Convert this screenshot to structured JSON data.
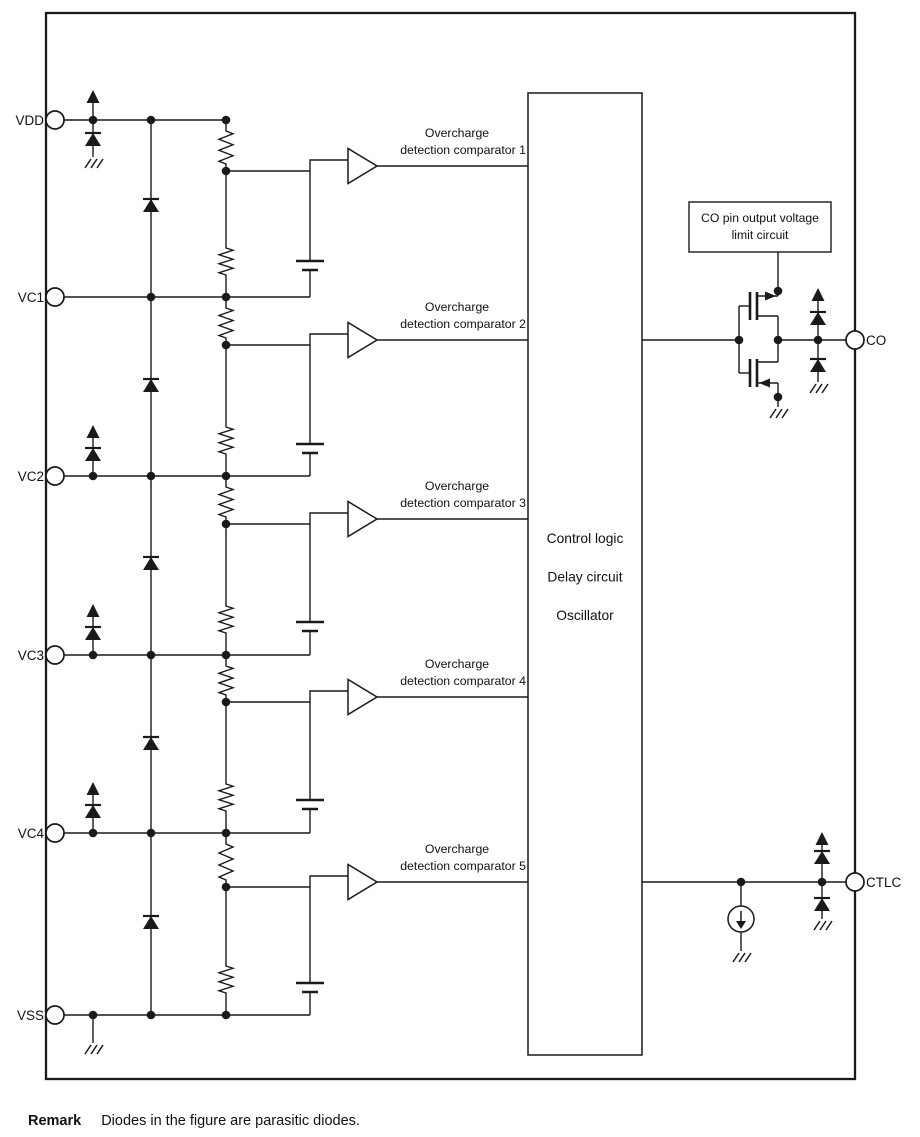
{
  "figure": {
    "pins_left": [
      {
        "label": "VDD"
      },
      {
        "label": "VC1"
      },
      {
        "label": "VC2"
      },
      {
        "label": "VC3"
      },
      {
        "label": "VC4"
      },
      {
        "label": "VSS"
      }
    ],
    "pins_right": [
      {
        "label": "CO"
      },
      {
        "label": "CTLC"
      }
    ],
    "comparators": [
      {
        "line1": "Overcharge",
        "line2": "detection comparator 1"
      },
      {
        "line1": "Overcharge",
        "line2": "detection comparator 2"
      },
      {
        "line1": "Overcharge",
        "line2": "detection comparator 3"
      },
      {
        "line1": "Overcharge",
        "line2": "detection comparator 4"
      },
      {
        "line1": "Overcharge",
        "line2": "detection comparator 5"
      }
    ],
    "control_block": {
      "lines": [
        "Control logic",
        "Delay circuit",
        "Oscillator"
      ]
    },
    "co_limit_box": {
      "lines": [
        "CO pin output voltage",
        "limit circuit"
      ]
    },
    "remark": {
      "label": "Remark",
      "text": "Diodes in the figure are parasitic diodes."
    },
    "colors": {
      "ink": "#1a1a1a",
      "background": "#ffffff"
    }
  }
}
